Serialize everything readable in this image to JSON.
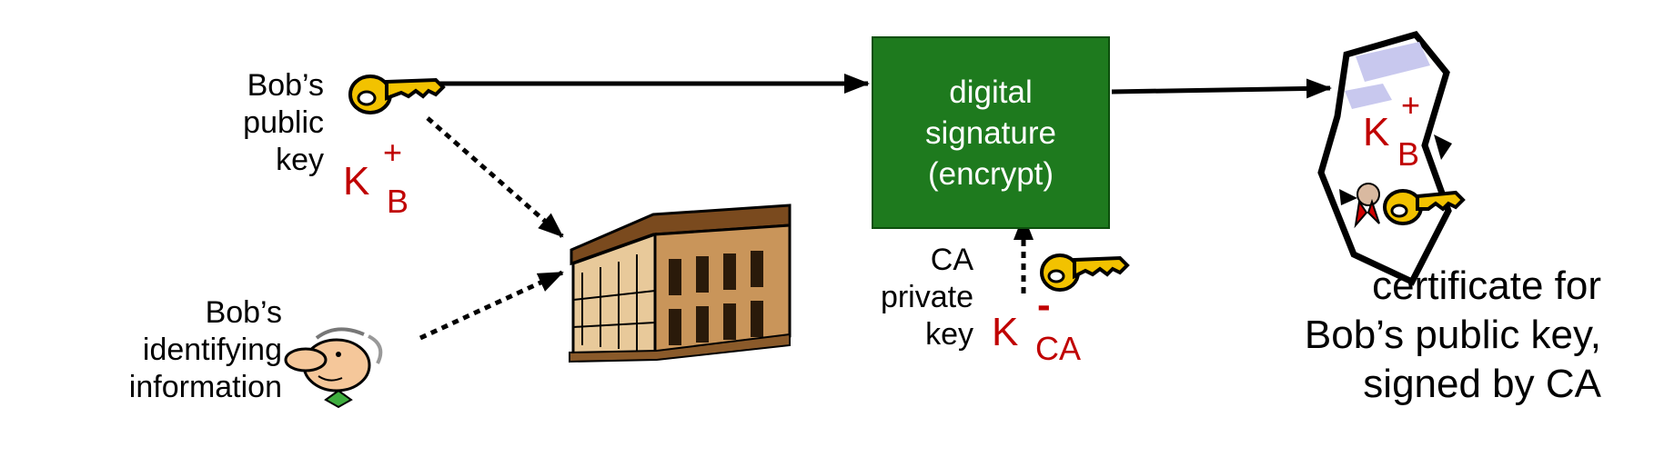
{
  "bob_public_key": {
    "label_lines": [
      "Bob’s",
      "public",
      "key"
    ],
    "symbol": {
      "base": "K",
      "subscript": "B",
      "superscript": "+"
    }
  },
  "bob_info": {
    "label_lines": [
      "Bob’s",
      "identifying",
      "information"
    ]
  },
  "signature_box": {
    "lines": [
      "digital",
      "signature",
      "(encrypt)"
    ],
    "fill_color": "#1e7a1e",
    "text_color": "#ffffff"
  },
  "ca_private_key": {
    "label_lines": [
      "CA",
      "private",
      "key"
    ],
    "symbol": {
      "base": "K",
      "subscript": "CA",
      "superscript": "-"
    }
  },
  "certificate": {
    "symbol": {
      "base": "K",
      "subscript": "B",
      "superscript": "+"
    },
    "caption_lines": [
      "certificate for",
      "Bob’s public key,",
      "signed by CA"
    ]
  },
  "colors": {
    "key_symbol": "#c00000",
    "key_icon_fill": "#f2c200",
    "arrow": "#000000"
  },
  "icons": {
    "key": "key-icon",
    "ca_building": "bank-building-icon",
    "person": "person-face-icon",
    "certificate": "certificate-scroll-icon"
  }
}
